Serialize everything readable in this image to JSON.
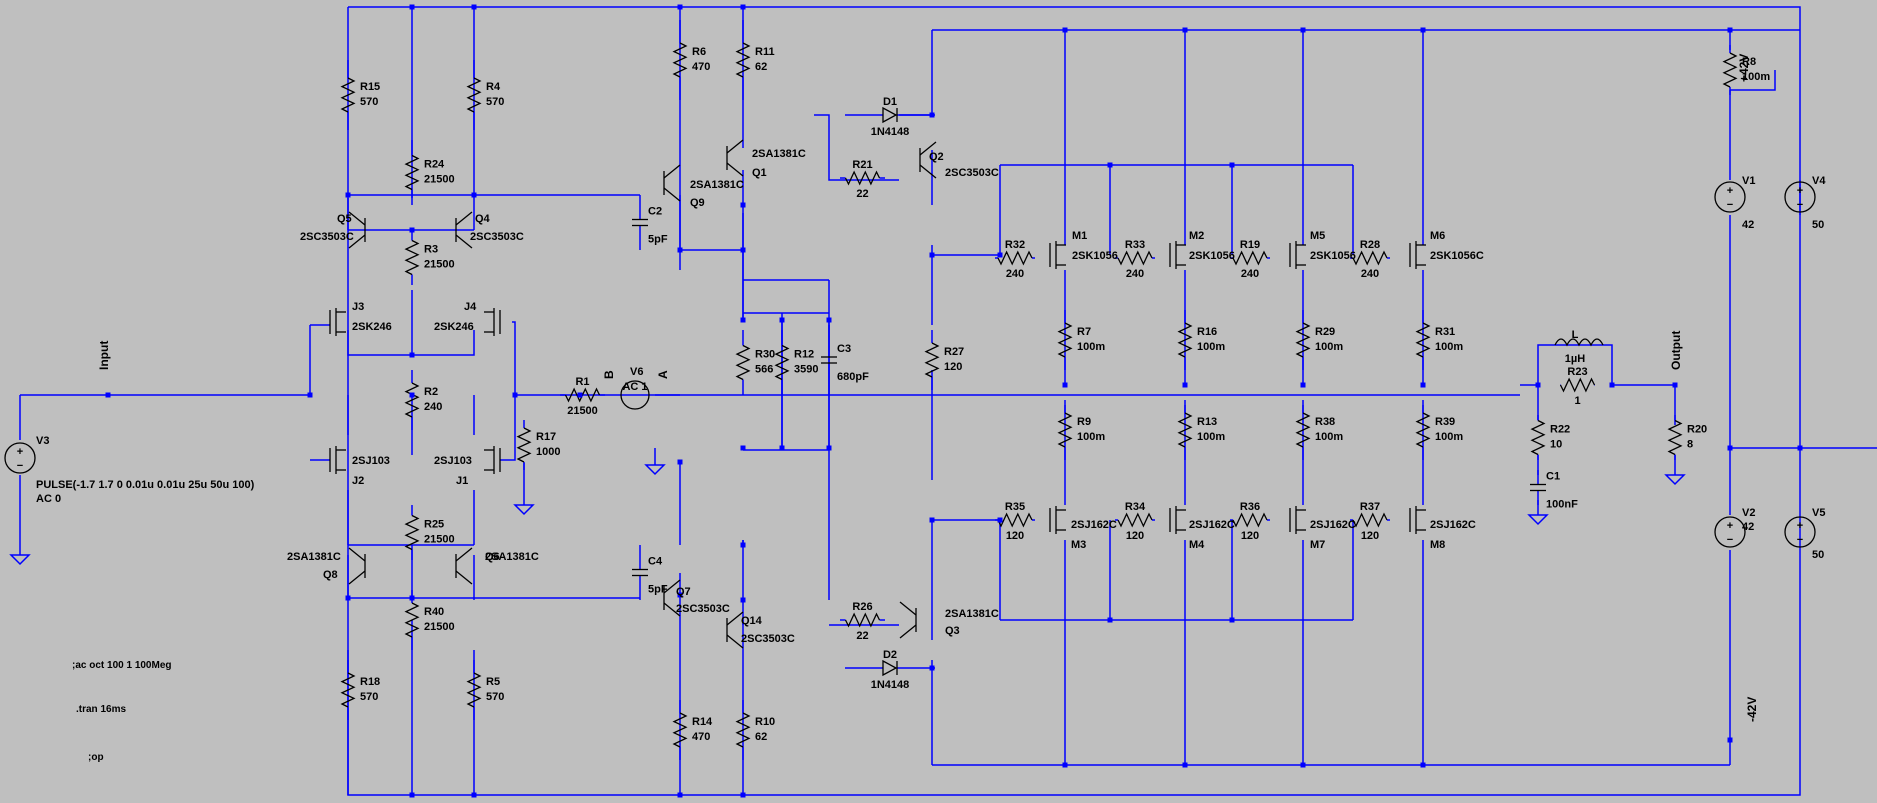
{
  "resistors": [
    {
      "ref": "R15",
      "value": "570"
    },
    {
      "ref": "R4",
      "value": "570"
    },
    {
      "ref": "R24",
      "value": "21500"
    },
    {
      "ref": "R3",
      "value": "21500"
    },
    {
      "ref": "R6",
      "value": "470"
    },
    {
      "ref": "R11",
      "value": "62"
    },
    {
      "ref": "R21",
      "value": "22"
    },
    {
      "ref": "R2",
      "value": "240"
    },
    {
      "ref": "R17",
      "value": "1000"
    },
    {
      "ref": "R1",
      "value": "21500"
    },
    {
      "ref": "R30",
      "value": "566"
    },
    {
      "ref": "R12",
      "value": "3590"
    },
    {
      "ref": "R27",
      "value": "120"
    },
    {
      "ref": "R32",
      "value": "240"
    },
    {
      "ref": "R33",
      "value": "240"
    },
    {
      "ref": "R19",
      "value": "240"
    },
    {
      "ref": "R28",
      "value": "240"
    },
    {
      "ref": "R7",
      "value": "100m"
    },
    {
      "ref": "R16",
      "value": "100m"
    },
    {
      "ref": "R29",
      "value": "100m"
    },
    {
      "ref": "R31",
      "value": "100m"
    },
    {
      "ref": "R9",
      "value": "100m"
    },
    {
      "ref": "R13",
      "value": "100m"
    },
    {
      "ref": "R38",
      "value": "100m"
    },
    {
      "ref": "R39",
      "value": "100m"
    },
    {
      "ref": "R35",
      "value": "120"
    },
    {
      "ref": "R34",
      "value": "120"
    },
    {
      "ref": "R36",
      "value": "120"
    },
    {
      "ref": "R37",
      "value": "120"
    },
    {
      "ref": "R25",
      "value": "21500"
    },
    {
      "ref": "R40",
      "value": "21500"
    },
    {
      "ref": "R18",
      "value": "570"
    },
    {
      "ref": "R5",
      "value": "570"
    },
    {
      "ref": "R14",
      "value": "470"
    },
    {
      "ref": "R10",
      "value": "62"
    },
    {
      "ref": "R26",
      "value": "22"
    },
    {
      "ref": "R8",
      "value": "100m"
    },
    {
      "ref": "R23",
      "value": "1"
    },
    {
      "ref": "R22",
      "value": "10"
    },
    {
      "ref": "R20",
      "value": "8"
    }
  ],
  "transistors": [
    {
      "ref": "Q5",
      "part": "2SC3503C"
    },
    {
      "ref": "Q4",
      "part": "2SC3503C"
    },
    {
      "ref": "Q9",
      "part": "2SA1381C"
    },
    {
      "ref": "Q1",
      "part": "2SA1381C"
    },
    {
      "ref": "Q2",
      "part": "2SC3503C"
    },
    {
      "ref": "Q8",
      "part": "2SA1381C"
    },
    {
      "ref": "Q6",
      "part": "2SA1381C"
    },
    {
      "ref": "Q7",
      "part": "2SC3503C"
    },
    {
      "ref": "Q14",
      "part": "2SC3503C"
    },
    {
      "ref": "Q3",
      "part": "2SA1381C"
    },
    {
      "ref": "J3",
      "part": "2SK246"
    },
    {
      "ref": "J4",
      "part": "2SK246"
    },
    {
      "ref": "J2",
      "part": "2SJ103"
    },
    {
      "ref": "J1",
      "part": "2SJ103"
    },
    {
      "ref": "M1",
      "part": "2SK1056"
    },
    {
      "ref": "M2",
      "part": "2SK1056"
    },
    {
      "ref": "M5",
      "part": "2SK1056"
    },
    {
      "ref": "M6",
      "part": "2SK1056C"
    },
    {
      "ref": "M3",
      "part": "2SJ162C"
    },
    {
      "ref": "M4",
      "part": "2SJ162C"
    },
    {
      "ref": "M7",
      "part": "2SJ162C"
    },
    {
      "ref": "M8",
      "part": "2SJ162C"
    }
  ],
  "capacitors": [
    {
      "ref": "C2",
      "value": "5pF"
    },
    {
      "ref": "C4",
      "value": "5pF"
    },
    {
      "ref": "C3",
      "value": "680pF"
    },
    {
      "ref": "C1",
      "value": "100nF"
    }
  ],
  "diodes": [
    {
      "ref": "D1",
      "part": "1N4148"
    },
    {
      "ref": "D2",
      "part": "1N4148"
    }
  ],
  "inductor": {
    "ref": "L",
    "value": "1µH"
  },
  "sources": [
    {
      "ref": "V1",
      "value": "42"
    },
    {
      "ref": "V2",
      "value": "42"
    },
    {
      "ref": "V4",
      "value": "50"
    },
    {
      "ref": "V5",
      "value": "50"
    },
    {
      "ref": "V3",
      "value": "PULSE(-1.7 1.7 0 0.01u 0.01u 25u 50u 100)",
      "ac": "AC 0"
    },
    {
      "ref": "V6",
      "value": "AC 1"
    }
  ],
  "nets": {
    "input": "Input",
    "output": "Output",
    "a": "A",
    "b": "B",
    "pos_rail": "+42V",
    "neg_rail": "-42V"
  },
  "directives": [
    ";ac oct 100 1 100Meg",
    ".tran 16ms",
    ";op"
  ]
}
